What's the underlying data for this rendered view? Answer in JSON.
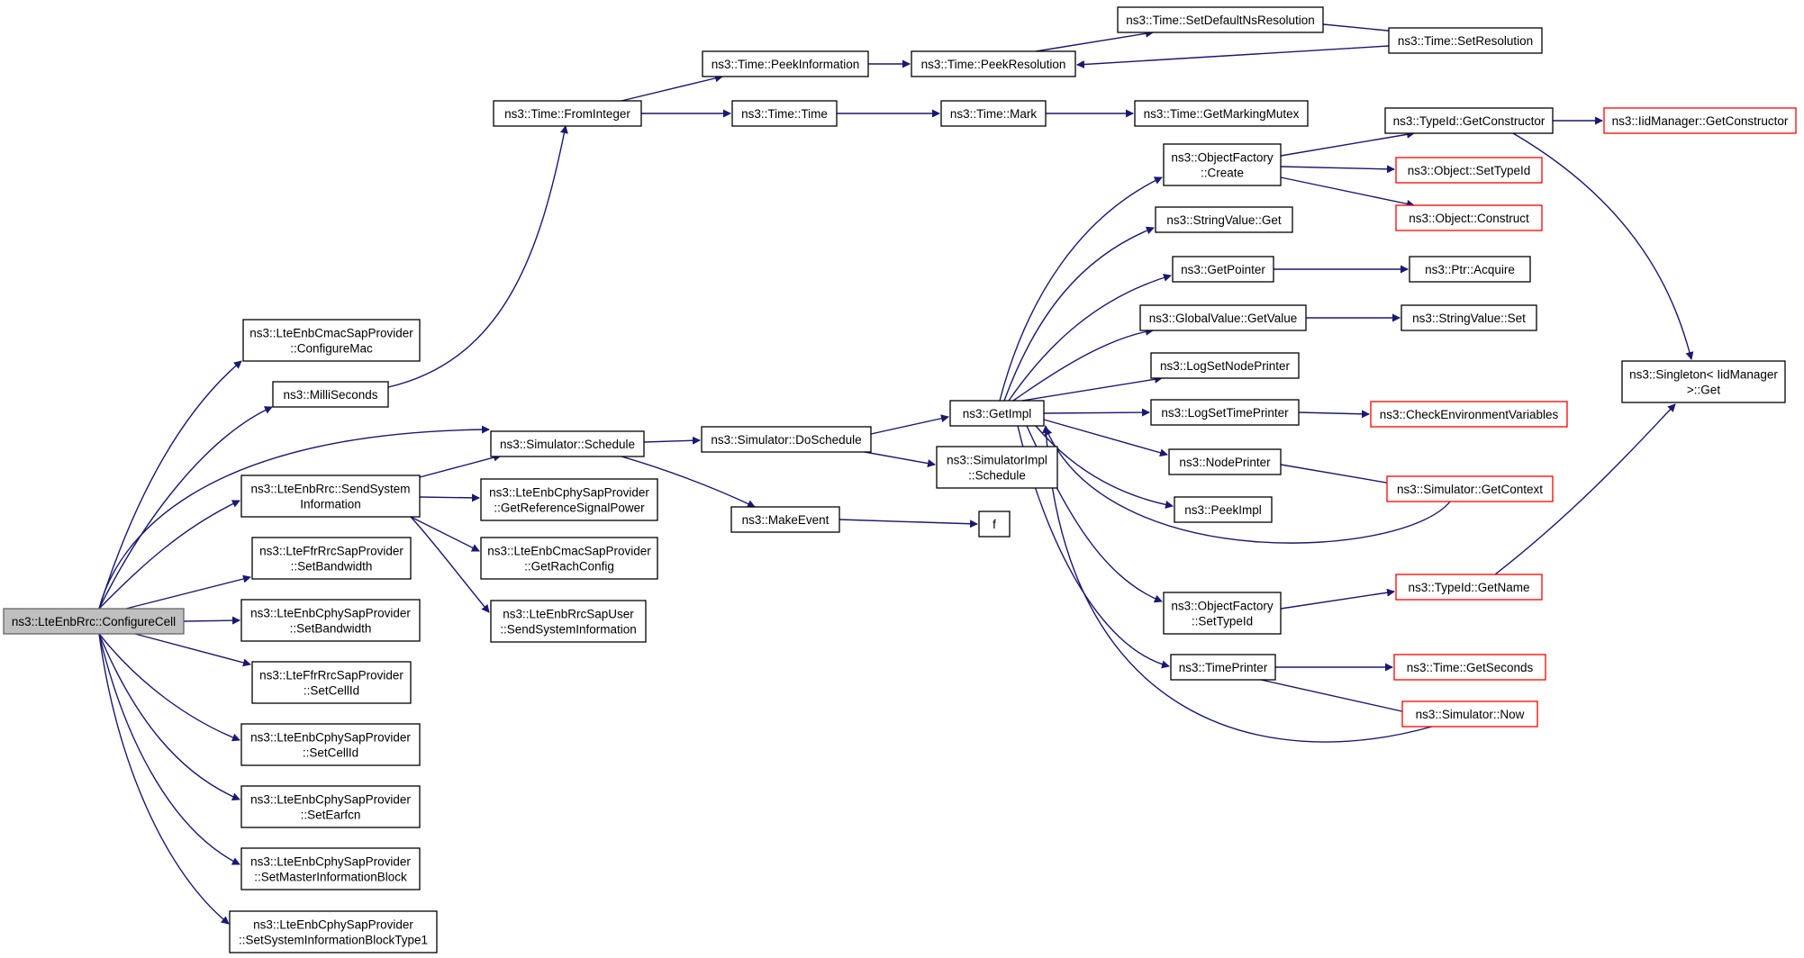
{
  "graph": {
    "colors": {
      "edge": "#191970",
      "node_border": "#000000",
      "node_fill": "#ffffff",
      "external_border": "#ff0000",
      "root_fill": "#bfbfbf",
      "root_border": "#666666"
    },
    "nodes": [
      {
        "id": "root",
        "lines": [
          "ns3::LteEnbRrc::ConfigureCell"
        ],
        "style": "root"
      },
      {
        "id": "cmac_configuremac",
        "lines": [
          "ns3::LteEnbCmacSapProvider",
          "::ConfigureMac"
        ],
        "style": "normal"
      },
      {
        "id": "milliseconds",
        "lines": [
          "ns3::MilliSeconds"
        ],
        "style": "normal"
      },
      {
        "id": "sim_schedule",
        "lines": [
          "ns3::Simulator::Schedule"
        ],
        "style": "normal"
      },
      {
        "id": "sendsysinfo",
        "lines": [
          "ns3::LteEnbRrc::SendSystem",
          "Information"
        ],
        "style": "normal"
      },
      {
        "id": "ffr_setbandwidth",
        "lines": [
          "ns3::LteFfrRrcSapProvider",
          "::SetBandwidth"
        ],
        "style": "normal"
      },
      {
        "id": "cphy_setbandwidth",
        "lines": [
          "ns3::LteEnbCphySapProvider",
          "::SetBandwidth"
        ],
        "style": "normal"
      },
      {
        "id": "ffr_setcellid",
        "lines": [
          "ns3::LteFfrRrcSapProvider",
          "::SetCellId"
        ],
        "style": "normal"
      },
      {
        "id": "cphy_setcellid",
        "lines": [
          "ns3::LteEnbCphySapProvider",
          "::SetCellId"
        ],
        "style": "normal"
      },
      {
        "id": "cphy_setearfcn",
        "lines": [
          "ns3::LteEnbCphySapProvider",
          "::SetEarfcn"
        ],
        "style": "normal"
      },
      {
        "id": "cphy_setmib",
        "lines": [
          "ns3::LteEnbCphySapProvider",
          "::SetMasterInformationBlock"
        ],
        "style": "normal"
      },
      {
        "id": "cphy_setsib1",
        "lines": [
          "ns3::LteEnbCphySapProvider",
          "::SetSystemInformationBlockType1"
        ],
        "style": "normal"
      },
      {
        "id": "fromint",
        "lines": [
          "ns3::Time::FromInteger"
        ],
        "style": "normal"
      },
      {
        "id": "cphy_getrsp",
        "lines": [
          "ns3::LteEnbCphySapProvider",
          "::GetReferenceSignalPower"
        ],
        "style": "normal"
      },
      {
        "id": "cmac_getrach",
        "lines": [
          "ns3::LteEnbCmacSapProvider",
          "::GetRachConfig"
        ],
        "style": "normal"
      },
      {
        "id": "rrcsapuser_sendsi",
        "lines": [
          "ns3::LteEnbRrcSapUser",
          "::SendSystemInformation"
        ],
        "style": "normal"
      },
      {
        "id": "sim_doschedule",
        "lines": [
          "ns3::Simulator::DoSchedule"
        ],
        "style": "normal"
      },
      {
        "id": "makeevent",
        "lines": [
          "ns3::MakeEvent"
        ],
        "style": "normal"
      },
      {
        "id": "peekinfo",
        "lines": [
          "ns3::Time::PeekInformation"
        ],
        "style": "normal"
      },
      {
        "id": "time_time",
        "lines": [
          "ns3::Time::Time"
        ],
        "style": "normal"
      },
      {
        "id": "peekres",
        "lines": [
          "ns3::Time::PeekResolution"
        ],
        "style": "normal"
      },
      {
        "id": "time_mark",
        "lines": [
          "ns3::Time::Mark"
        ],
        "style": "normal"
      },
      {
        "id": "setdefaultns",
        "lines": [
          "ns3::Time::SetDefaultNsResolution"
        ],
        "style": "normal"
      },
      {
        "id": "setres",
        "lines": [
          "ns3::Time::SetResolution"
        ],
        "style": "normal"
      },
      {
        "id": "getmarkingmutex",
        "lines": [
          "ns3::Time::GetMarkingMutex"
        ],
        "style": "normal"
      },
      {
        "id": "getimpl",
        "lines": [
          "ns3::GetImpl"
        ],
        "style": "normal"
      },
      {
        "id": "simimpl_schedule",
        "lines": [
          "ns3::SimulatorImpl",
          "::Schedule"
        ],
        "style": "normal"
      },
      {
        "id": "f",
        "lines": [
          "f"
        ],
        "style": "normal"
      },
      {
        "id": "of_create",
        "lines": [
          "ns3::ObjectFactory",
          "::Create"
        ],
        "style": "normal"
      },
      {
        "id": "stringvalue_get",
        "lines": [
          "ns3::StringValue::Get"
        ],
        "style": "normal"
      },
      {
        "id": "getpointer",
        "lines": [
          "ns3::GetPointer"
        ],
        "style": "normal"
      },
      {
        "id": "gv_getvalue",
        "lines": [
          "ns3::GlobalValue::GetValue"
        ],
        "style": "normal"
      },
      {
        "id": "logsetnodeprinter",
        "lines": [
          "ns3::LogSetNodePrinter"
        ],
        "style": "normal"
      },
      {
        "id": "logsettimeprinter",
        "lines": [
          "ns3::LogSetTimePrinter"
        ],
        "style": "normal"
      },
      {
        "id": "nodeprinter",
        "lines": [
          "ns3::NodePrinter"
        ],
        "style": "normal"
      },
      {
        "id": "peekimpl",
        "lines": [
          "ns3::PeekImpl"
        ],
        "style": "normal"
      },
      {
        "id": "of_settypeid",
        "lines": [
          "ns3::ObjectFactory",
          "::SetTypeId"
        ],
        "style": "normal"
      },
      {
        "id": "timeprinter",
        "lines": [
          "ns3::TimePrinter"
        ],
        "style": "normal"
      },
      {
        "id": "typeid_getctor",
        "lines": [
          "ns3::TypeId::GetConstructor"
        ],
        "style": "normal"
      },
      {
        "id": "obj_settypeid",
        "lines": [
          "ns3::Object::SetTypeId"
        ],
        "style": "external"
      },
      {
        "id": "obj_construct",
        "lines": [
          "ns3::Object::Construct"
        ],
        "style": "external"
      },
      {
        "id": "ptr_acquire",
        "lines": [
          "ns3::Ptr::Acquire"
        ],
        "style": "normal"
      },
      {
        "id": "stringvalue_set",
        "lines": [
          "ns3::StringValue::Set"
        ],
        "style": "normal"
      },
      {
        "id": "checkenv",
        "lines": [
          "ns3::CheckEnvironmentVariables"
        ],
        "style": "external"
      },
      {
        "id": "sim_getcontext",
        "lines": [
          "ns3::Simulator::GetContext"
        ],
        "style": "external"
      },
      {
        "id": "typeid_getname",
        "lines": [
          "ns3::TypeId::GetName"
        ],
        "style": "external"
      },
      {
        "id": "time_getseconds",
        "lines": [
          "ns3::Time::GetSeconds"
        ],
        "style": "external"
      },
      {
        "id": "sim_now",
        "lines": [
          "ns3::Simulator::Now"
        ],
        "style": "external"
      },
      {
        "id": "iidmgr_getctor",
        "lines": [
          "ns3::IidManager::GetConstructor"
        ],
        "style": "external"
      },
      {
        "id": "singleton_get",
        "lines": [
          "ns3::Singleton< IidManager",
          ">::Get"
        ],
        "style": "normal"
      }
    ]
  }
}
